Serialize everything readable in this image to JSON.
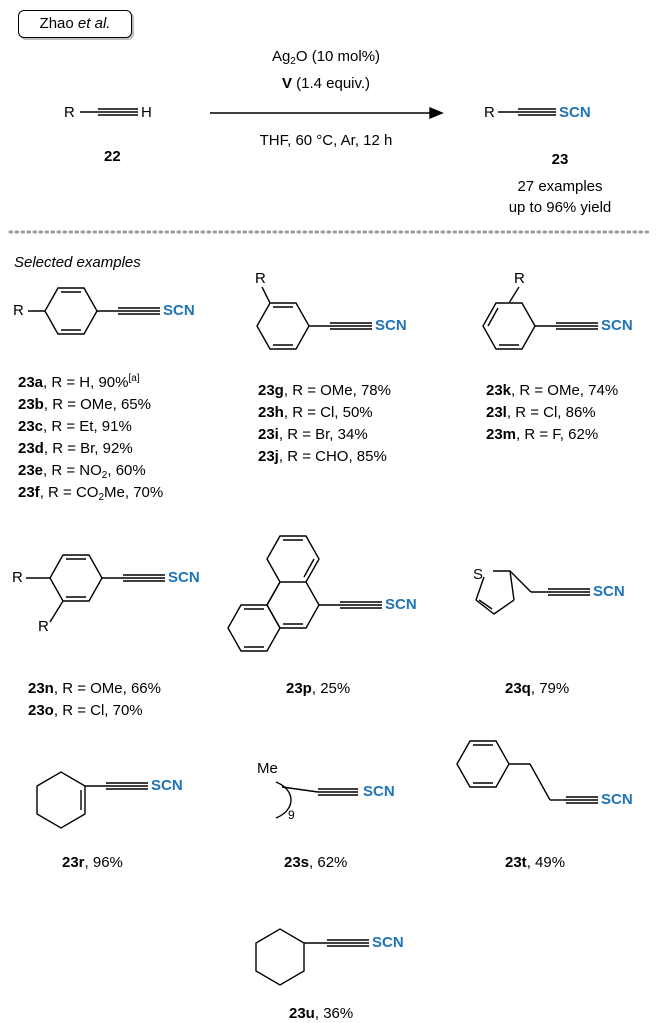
{
  "citation": {
    "author": "Zhao",
    "etal": "et al."
  },
  "reaction": {
    "reagent1_prefix": "Ag",
    "reagent1_sub": "2",
    "reagent1_suffix": "O (10 mol%)",
    "reagent2_bold": "V",
    "reagent2_rest": " (1.4 equiv.)",
    "conditions": "THF, 60 °C, Ar, 12 h",
    "sm_label": "22",
    "product_label": "23",
    "examples": "27 examples",
    "yield": "up to 96% yield",
    "R": "R",
    "H": "H",
    "SCN": "SCN"
  },
  "section_title": "Selected examples",
  "groups": {
    "para": [
      {
        "id": "23a",
        "r": ", R = H, 90%",
        "note": "[a]"
      },
      {
        "id": "23b",
        "r": ", R = OMe, 65%"
      },
      {
        "id": "23c",
        "r": ", R = Et, 91%"
      },
      {
        "id": "23d",
        "r": ", R = Br, 92%"
      },
      {
        "id": "23e",
        "r_pre": ", R = NO",
        "r_sub": "2",
        "r_post": ", 60%"
      },
      {
        "id": "23f",
        "r_pre": ", R = CO",
        "r_sub": "2",
        "r_post": "Me, 70%"
      }
    ],
    "meta": [
      {
        "id": "23g",
        "r": ", R = OMe, 78%"
      },
      {
        "id": "23h",
        "r": ", R = Cl,  50%"
      },
      {
        "id": "23i",
        "r": ", R = Br, 34%"
      },
      {
        "id": "23j",
        "r": ", R = CHO, 85%"
      }
    ],
    "ortho": [
      {
        "id": "23k",
        "r": ", R = OMe, 74%"
      },
      {
        "id": "23l",
        "r": ", R = Cl,  86%"
      },
      {
        "id": "23m",
        "r": ", R = F, 62%"
      }
    ],
    "disub": [
      {
        "id": "23n",
        "r": ", R = OMe, 66%"
      },
      {
        "id": "23o",
        "r": ", R = Cl, 70%"
      }
    ]
  },
  "singles": {
    "p": {
      "id": "23p",
      "r": ", 25%"
    },
    "q": {
      "id": "23q",
      "r": ",  79%"
    },
    "r": {
      "id": "23r",
      "r": ",  96%"
    },
    "s": {
      "id": "23s",
      "r": ", 62%"
    },
    "t": {
      "id": "23t",
      "r": ", 49%"
    },
    "u": {
      "id": "23u",
      "r": ", 36%"
    }
  },
  "atoms": {
    "S": "S",
    "Me": "Me",
    "nine": "9"
  }
}
